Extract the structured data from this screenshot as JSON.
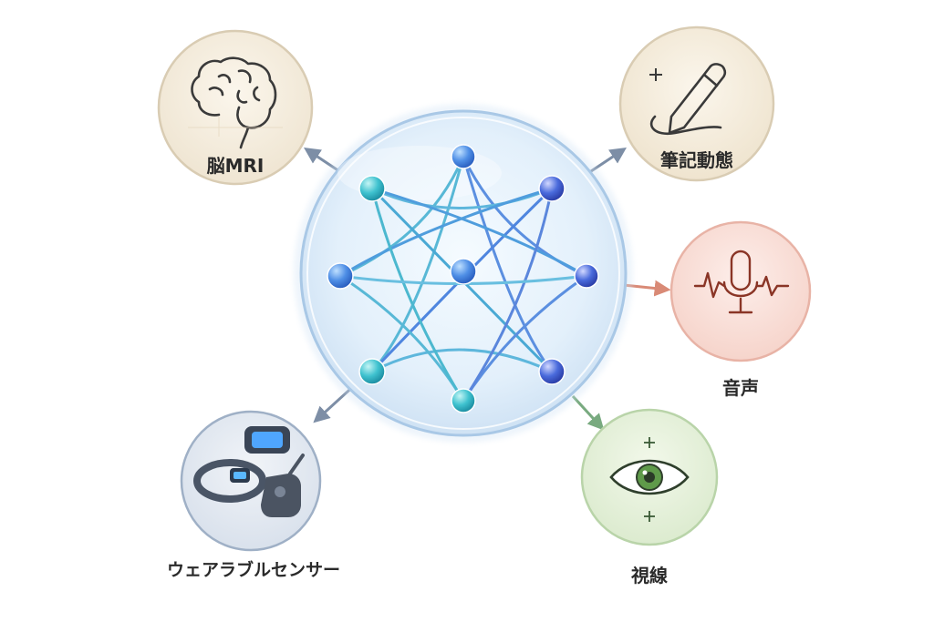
{
  "diagram": {
    "center": {
      "nodes": 9
    },
    "modalities": [
      {
        "id": "brain-mri",
        "label": "脳MRI",
        "color": "#7d8ea6",
        "icon": "brain-icon"
      },
      {
        "id": "handwriting",
        "label": "筆記動態",
        "color": "#7d8ea6",
        "icon": "pen-icon"
      },
      {
        "id": "voice",
        "label": "音声",
        "color": "#d98a76",
        "icon": "microphone-icon"
      },
      {
        "id": "gaze",
        "label": "視線",
        "color": "#79aa80",
        "icon": "eye-icon"
      },
      {
        "id": "wearable",
        "label": "ウェアラブルセンサー",
        "color": "#7d8ea6",
        "icon": "wearable-sensor-icon"
      }
    ]
  }
}
